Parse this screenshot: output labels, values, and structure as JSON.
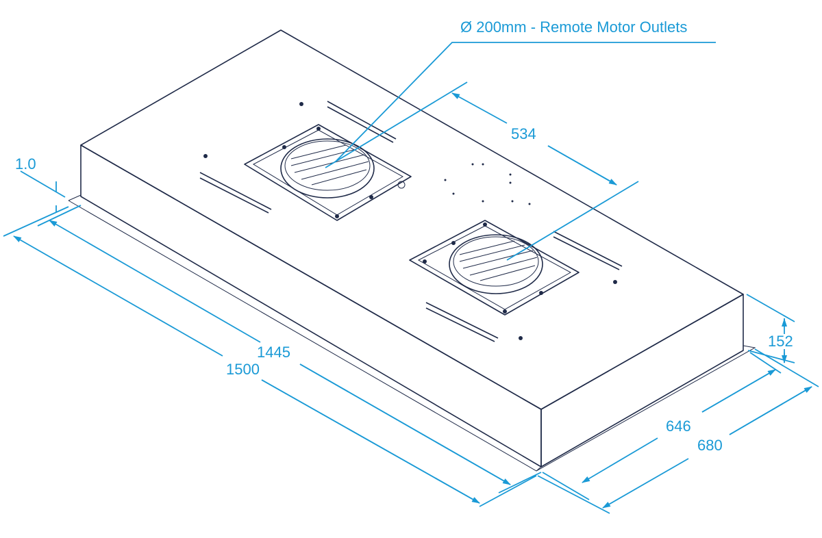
{
  "title": "Ø 200mm - Remote Motor Outlets",
  "dimensions": {
    "length_outer": "1500",
    "length_inner": "1445",
    "depth_outer": "680",
    "depth_inner": "646",
    "height": "152",
    "outlet_spacing": "534",
    "flange_thickness": "1.0"
  },
  "colors": {
    "dimension": "#1a9ad6",
    "outline": "#1f2a48"
  }
}
